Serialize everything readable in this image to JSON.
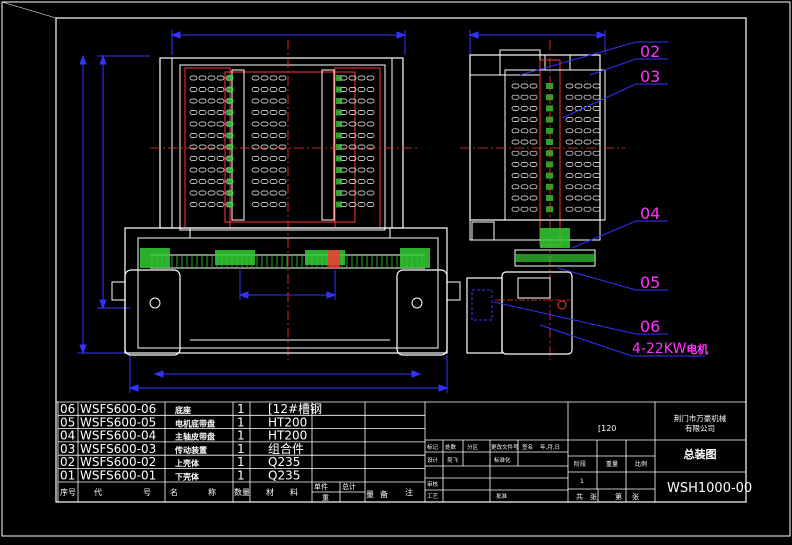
{
  "colors": {
    "background": "#000000",
    "frame": "#ffffff",
    "dimension": "#3333ff",
    "part": "#ffffff",
    "centerline": "#ff3333",
    "motor": "#33cc33",
    "magenta": "#ff33ff",
    "yellow": "#ffff66"
  },
  "callouts": [
    {
      "id": "02",
      "label": "02"
    },
    {
      "id": "03",
      "label": "03"
    },
    {
      "id": "04",
      "label": "04"
    },
    {
      "id": "05",
      "label": "05"
    },
    {
      "id": "06",
      "label": "06"
    }
  ],
  "motor_note": {
    "prefix": "4-22KW",
    "suffix": "电机"
  },
  "parts": [
    {
      "no": "06",
      "code": "WSFS600-06",
      "name": "底座",
      "qty": "1",
      "material": "[12#槽钢"
    },
    {
      "no": "05",
      "code": "WSFS600-05",
      "name": "电机底带盘",
      "qty": "1",
      "material": "HT200"
    },
    {
      "no": "04",
      "code": "WSFS600-04",
      "name": "主轴皮带盘",
      "qty": "1",
      "material": "HT200"
    },
    {
      "no": "03",
      "code": "WSFS600-03",
      "name": "传动装置",
      "qty": "1",
      "material": "组合件"
    },
    {
      "no": "02",
      "code": "WSFS600-02",
      "name": "上壳体",
      "qty": "1",
      "material": "Q235"
    },
    {
      "no": "01",
      "code": "WSFS600-01",
      "name": "下壳体",
      "qty": "1",
      "material": "Q235"
    }
  ],
  "header_row": {
    "no": "序号",
    "code": "代",
    "code2": "号",
    "name": "名",
    "name2": "称",
    "qty": "数量",
    "material": "材",
    "material2": "料",
    "weight_unit": "单件",
    "weight_total": "总计",
    "weight": "重",
    "weight2": "量",
    "remark": "备",
    "remark2": "注"
  },
  "title_block": {
    "code_ref": "[120",
    "company": "荆门市万豪机械有限公司",
    "drawing_title": "总装图",
    "drawing_number": "WSH1000-00",
    "scale_labels": [
      "阶段",
      "重量",
      "比例"
    ],
    "scale_values": [
      "1",
      "",
      ""
    ],
    "sheet_labels": [
      "共",
      "张",
      "第",
      "张"
    ],
    "signature_labels": [
      "标记",
      "处数",
      "分区",
      "更改文件号",
      "签名",
      "年,月,日"
    ],
    "role_labels": [
      "设计",
      "审核",
      "工艺"
    ],
    "role_values": [
      "吴飞",
      "",
      ""
    ],
    "std_labels": [
      "标准化",
      "批准"
    ]
  }
}
